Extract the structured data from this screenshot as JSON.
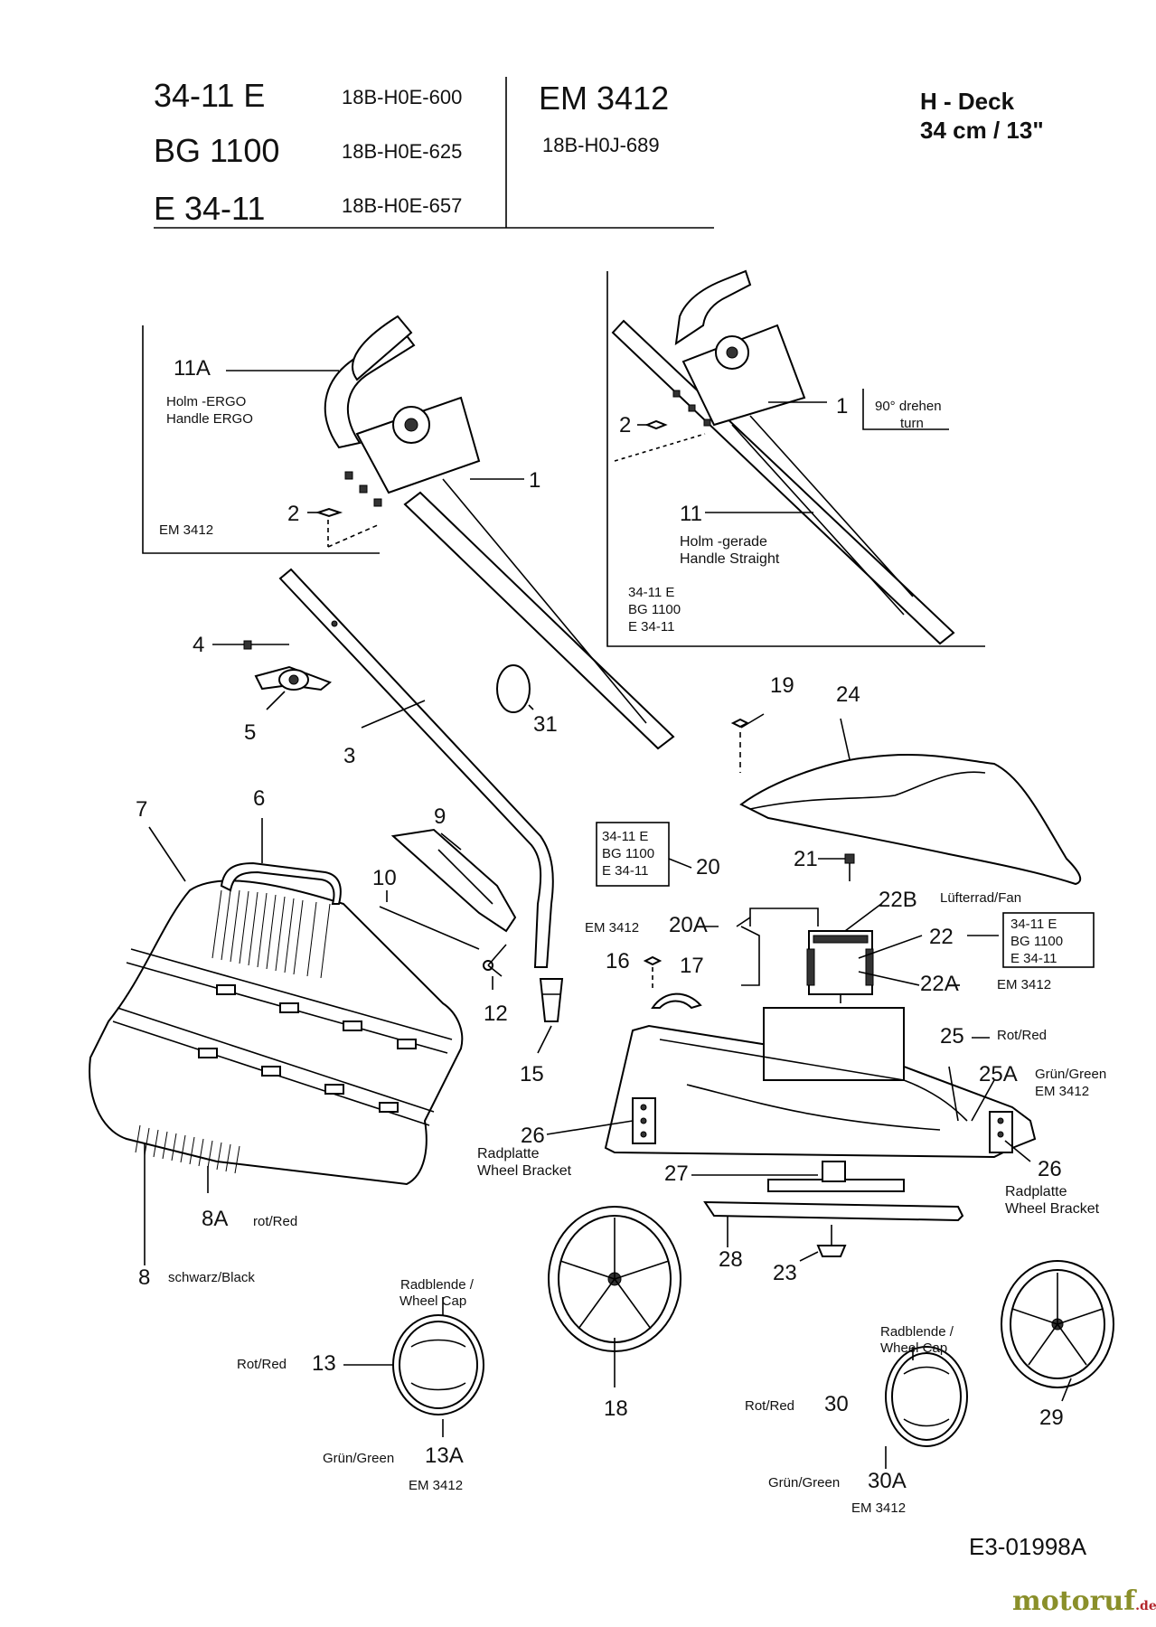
{
  "header": {
    "models": [
      {
        "model": "34-11 E",
        "code": "18B-H0E-600"
      },
      {
        "model": "BG 1100",
        "code": "18B-H0E-625"
      },
      {
        "model": "E 34-11",
        "code": "18B-H0E-657"
      }
    ],
    "em_model": "EM 3412",
    "em_code": "18B-H0J-689",
    "deck_line1": "H - Deck",
    "deck_line2": "34 cm / 13\""
  },
  "callouts": {
    "p11A": "11A",
    "p1a": "1",
    "p2a": "2",
    "p1b": "1",
    "p2b": "2",
    "p11": "11",
    "p4": "4",
    "p5": "5",
    "p3": "3",
    "p31": "31",
    "p7": "7",
    "p6": "6",
    "p9": "9",
    "p10": "10",
    "p12": "12",
    "p15": "15",
    "p8A": "8A",
    "p8": "8",
    "p19": "19",
    "p24": "24",
    "p20": "20",
    "p21": "21",
    "p20A": "20A",
    "p22B": "22B",
    "p22": "22",
    "p22A": "22A",
    "p16": "16",
    "p17": "17",
    "p25": "25",
    "p25A": "25A",
    "p26a": "26",
    "p26b": "26",
    "p27": "27",
    "p28": "28",
    "p23": "23",
    "p18": "18",
    "p13": "13",
    "p13A": "13A",
    "p30": "30",
    "p30A": "30A",
    "p29": "29"
  },
  "labels": {
    "holm_ergo": "Holm -ERGO",
    "handle_ergo": "Handle ERGO",
    "em3412_box1": "EM 3412",
    "turn_de": "90° drehen",
    "turn_en": "turn",
    "holm_gerade": "Holm -gerade",
    "handle_straight": "Handle Straight",
    "box2_l1": "34-11 E",
    "box2_l2": "BG 1100",
    "box2_l3": "E 34-11",
    "box20_l1": "34-11 E",
    "box20_l2": "BG 1100",
    "box20_l3": "E 34-11",
    "em3412_20A": "EM 3412",
    "fan": "Lüfterrad/Fan",
    "box22_l1": "34-11 E",
    "box22_l2": "BG 1100",
    "box22_l3": "E 34-11",
    "em3412_22A": "EM 3412",
    "rot_red_25": "Rot/Red",
    "gruen_25A": "Grün/Green",
    "em3412_25A": "EM 3412",
    "radplatte_a": "Radplatte",
    "wheel_bracket_a": "Wheel Bracket",
    "radplatte_b": "Radplatte",
    "wheel_bracket_b": "Wheel Bracket",
    "rot_red_8A": "rot/Red",
    "schwarz_8": "schwarz/Black",
    "radblende_13": "Radblende /",
    "wheelcap_13": "Wheel Cap",
    "rot_red_13": "Rot/Red",
    "gruen_13A": "Grün/Green",
    "em3412_13A": "EM 3412",
    "radblende_30": "Radblende /",
    "wheelcap_30": "Wheel Cap",
    "rot_red_30": "Rot/Red",
    "gruen_30A": "Grün/Green",
    "em3412_30A": "EM 3412"
  },
  "footer": {
    "drawing_number": "E3-01998A",
    "brand": "motoruf",
    "brand_suffix": ".de"
  }
}
